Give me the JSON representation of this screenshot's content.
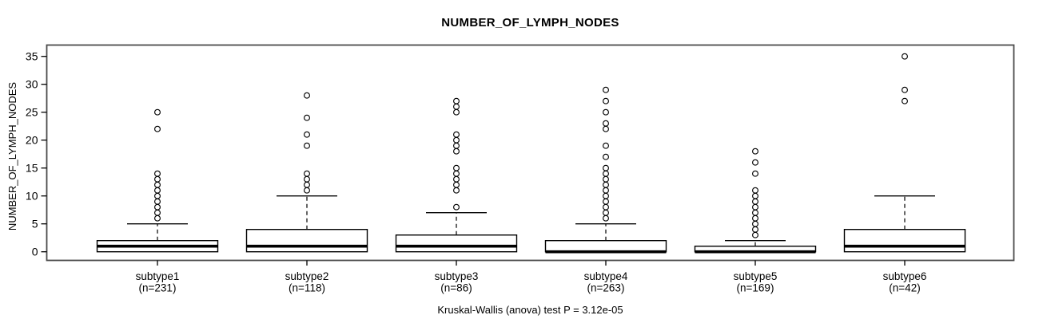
{
  "chart_data": {
    "type": "boxplot",
    "title": "NUMBER_OF_LYMPH_NODES",
    "ylabel": "NUMBER_OF_LYMPH_NODES",
    "footer": "Kruskal-Wallis (anova) test P = 3.12e-05",
    "ylim": [
      0,
      35
    ],
    "yticks": [
      0,
      5,
      10,
      15,
      20,
      25,
      30,
      35
    ],
    "grid": false,
    "legend": "none",
    "groups": [
      {
        "label": "subtype1",
        "n_label": "(n=231)",
        "n": 231,
        "q1": 0,
        "median": 1,
        "q3": 2,
        "whisker_low": 0,
        "whisker_high": 5,
        "outliers": [
          6,
          7,
          8,
          9,
          10,
          11,
          12,
          13,
          14,
          22,
          25
        ]
      },
      {
        "label": "subtype2",
        "n_label": "(n=118)",
        "n": 118,
        "q1": 0,
        "median": 1,
        "q3": 4,
        "whisker_low": 0,
        "whisker_high": 10,
        "outliers": [
          11,
          12,
          13,
          14,
          19,
          21,
          24,
          28
        ]
      },
      {
        "label": "subtype3",
        "n_label": "(n=86)",
        "n": 86,
        "q1": 0,
        "median": 1,
        "q3": 3,
        "whisker_low": 0,
        "whisker_high": 7,
        "outliers": [
          8,
          11,
          12,
          13,
          14,
          15,
          18,
          19,
          20,
          21,
          25,
          26,
          27
        ]
      },
      {
        "label": "subtype4",
        "n_label": "(n=263)",
        "n": 263,
        "q1": 0,
        "median": 0,
        "q3": 2,
        "whisker_low": 0,
        "whisker_high": 5,
        "outliers": [
          6,
          7,
          8,
          9,
          10,
          11,
          12,
          13,
          14,
          15,
          17,
          19,
          22,
          23,
          25,
          27,
          29
        ]
      },
      {
        "label": "subtype5",
        "n_label": "(n=169)",
        "n": 169,
        "q1": 0,
        "median": 0,
        "q3": 1,
        "whisker_low": 0,
        "whisker_high": 2,
        "outliers": [
          3,
          4,
          5,
          6,
          7,
          8,
          9,
          10,
          11,
          14,
          16,
          18
        ]
      },
      {
        "label": "subtype6",
        "n_label": "(n=42)",
        "n": 42,
        "q1": 0,
        "median": 1,
        "q3": 4,
        "whisker_low": 0,
        "whisker_high": 10,
        "outliers": [
          27,
          29,
          35
        ]
      }
    ],
    "colors": {
      "box_stroke": "#000000",
      "box_fill": "#ffffff",
      "frame_stroke": "#4a4a4a",
      "background": "#ffffff"
    }
  }
}
